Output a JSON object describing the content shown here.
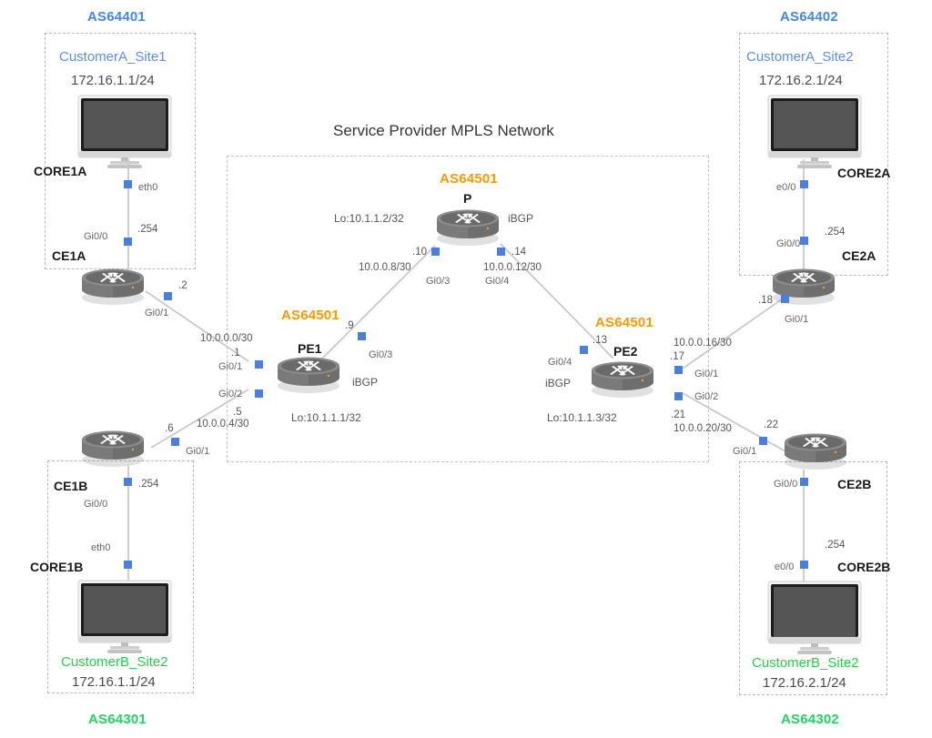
{
  "diagram": {
    "mpls_title": "Service Provider MPLS Network"
  },
  "as_labels": {
    "as64401": "AS64401",
    "as64402": "AS64402",
    "as64301": "AS64301",
    "as64302": "AS64302",
    "as64501_p": "AS64501",
    "as64501_pe1": "AS64501",
    "as64501_pe2": "AS64501"
  },
  "sites": {
    "customerA_site1": {
      "name": "CustomerA_Site1",
      "ip": "172.16.1.1/24"
    },
    "customerA_site2": {
      "name": "CustomerA_Site2",
      "ip": "172.16.2.1/24"
    },
    "customerB_site1": {
      "name": "CustomerB_Site2",
      "ip": "172.16.1.1/24"
    },
    "customerB_site2": {
      "name": "CustomerB_Site2",
      "ip": "172.16.2.1/24"
    }
  },
  "devices": {
    "core1a": "CORE1A",
    "core2a": "CORE2A",
    "core1b": "CORE1B",
    "core2b": "CORE2B",
    "ce1a": "CE1A",
    "ce2a": "CE2A",
    "ce1b": "CE1B",
    "ce2b": "CE2B",
    "pe1": "PE1",
    "pe2": "PE2",
    "p": "P"
  },
  "loopbacks": {
    "p": "Lo:10.1.1.2/32",
    "pe1": "Lo:10.1.1.1/32",
    "pe2": "Lo:10.1.1.3/32"
  },
  "ibgp": {
    "p": "iBGP",
    "pe1": "iBGP",
    "pe2": "iBGP"
  },
  "subnets": {
    "ce1a_pe1": "10.0.0.0/30",
    "ce1b_pe1": "10.0.0.4/30",
    "pe1_p": "10.0.0.8/30",
    "p_pe2": "10.0.0.12/30",
    "pe2_ce2a": "10.0.0.16/30",
    "pe2_ce2b": "10.0.0.20/30"
  },
  "interfaces": {
    "core1a_eth0": "eth0",
    "ce1a_gi00": "Gi0/0",
    "ce1a_gi01": "Gi0/1",
    "core2a_e00": "e0/0",
    "ce2a_gi00": "Gi0/0",
    "ce2a_gi01": "Gi0/1",
    "core1b_eth0": "eth0",
    "ce1b_gi00": "Gi0/0",
    "ce1b_gi01": "Gi0/1",
    "core2b_e00": "e0/0",
    "ce2b_gi00": "Gi0/0",
    "ce2b_gi01": "Gi0/1",
    "pe1_gi01": "Gi0/1",
    "pe1_gi02": "Gi0/2",
    "pe1_gi03": "Gi0/3",
    "p_gi03": "Gi0/3",
    "p_gi04": "Gi0/4",
    "pe2_gi04": "Gi0/4",
    "pe2_gi01": "Gi0/1",
    "pe2_gi02": "Gi0/2"
  },
  "host_octets": {
    "ce1a_gi00": ".254",
    "ce1a_gi01": ".2",
    "pe1_gi01": ".1",
    "pe1_gi02": ".5",
    "ce1b_gi01": ".6",
    "ce1b_gi00": ".254",
    "pe1_gi03": ".9",
    "p_gi03": ".10",
    "p_gi04": ".14",
    "pe2_gi04": ".13",
    "pe2_gi01": ".17",
    "ce2a_gi01": ".18",
    "ce2a_gi00": ".254",
    "pe2_gi02": ".21",
    "ce2b_gi01": ".22",
    "ce2b_gi00": ".254"
  },
  "colors": {
    "as_customer_a": "#4285f4",
    "as_customer_b": "#1ed760",
    "as_provider": "#ff9800",
    "port": "#4a7fe0",
    "link": "#c9c9c9",
    "box_border": "#b8b8b8"
  }
}
